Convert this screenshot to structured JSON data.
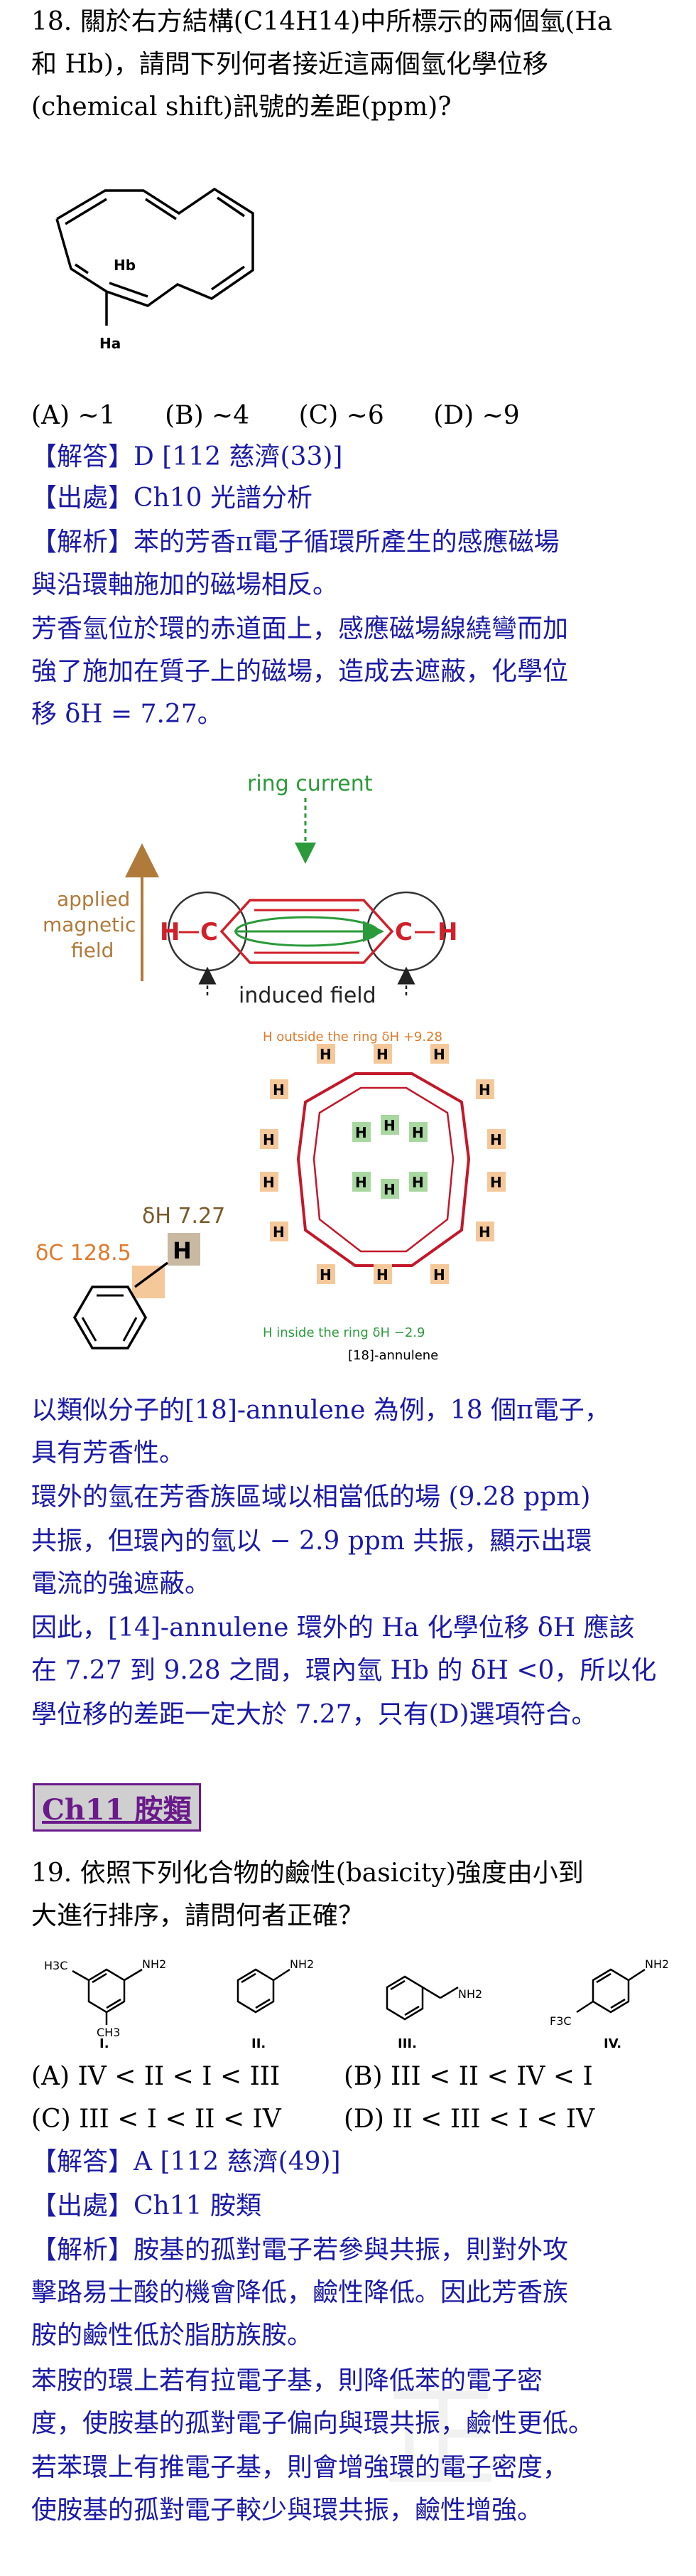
{
  "q18": {
    "line1": "18.  關於右方結構(C14H14)中所標示的兩個氫(Ha",
    "line2": "和  Hb)，請問下列何者接近這兩個氫化學位移",
    "line3": "(chemical shift)訊號的差距(ppm)?",
    "struct_hb": "Hb",
    "struct_ha": "Ha",
    "options": [
      "(A) ~1",
      "(B) ~4",
      "(C) ~6",
      "(D) ~9"
    ],
    "answer": "【解答】D    [112 慈濟(33)]",
    "source": "【出處】Ch10  光譜分析",
    "expl1": "【解析】苯的芳香π電子循環所產生的感應磁場",
    "expl2": "與沿環軸施加的磁場相反。",
    "expl3": "芳香氫位於環的赤道面上，感應磁場線繞彎而加",
    "expl4": "強了施加在質子上的磁場，造成去遮蔽，化學位",
    "expl5": "移  δH = 7.27。"
  },
  "fig1": {
    "ring_current": "ring current",
    "applied1": "applied",
    "applied2": "magnetic",
    "applied3": "field",
    "induced": "induced field",
    "h_left": "H",
    "c_left": "C",
    "c_right": "C",
    "h_right": "H"
  },
  "fig2": {
    "outside": "H outside the ring δH +9.28",
    "inside": "H inside the ring δH −2.9",
    "name": "[18]-annulene",
    "h": "H"
  },
  "fig3": {
    "dh": "δH 7.27",
    "dc": "δC 128.5",
    "h": "H"
  },
  "expl_b": {
    "l1": "以類似分子的[18]-annulene 為例，18 個π電子，",
    "l2": "具有芳香性。",
    "l3": "環外的氫在芳香族區域以相當低的場 (9.28 ppm)",
    "l4": "共振，但環內的氫以 − 2.9  ppm  共振，顯示出環",
    "l5": "電流的強遮蔽。",
    "l6": "因此，[14]-annulene 環外的 Ha 化學位移  δH  應該",
    "l7": "在 7.27 到 9.28 之間，環內氫 Hb 的  δH <0，所以化",
    "l8": "學位移的差距一定大於 7.27，只有(D)選項符合。"
  },
  "chapter": "Ch11  胺類",
  "q19": {
    "line1": "19.  依照下列化合物的鹼性(basicity)強度由小到",
    "line2": "大進行排序，請問何者正確？",
    "c1_me": "H3C",
    "c1_nh2": "NH2",
    "c1_me2": "CH3",
    "c2_nh2": "NH2",
    "c3_nh2": "NH2",
    "c4_nh2": "NH2",
    "c4_cf3": "F3C",
    "labels": [
      "I.",
      "II.",
      "III.",
      "IV."
    ],
    "optA": "(A) IV < II < I < III",
    "optB": "(B) III < II < IV < I",
    "optC": "(C) III < I < II < IV",
    "optD": "(D) II < III < I < IV",
    "answer": "【解答】A    [112 慈濟(49)]",
    "source": "【出處】Ch11  胺類",
    "e1": "【解析】胺基的孤對電子若參與共振，則對外攻",
    "e2": "擊路易士酸的機會降低，鹼性降低。因此芳香族",
    "e3": "胺的鹼性低於脂肪族胺。",
    "e4": "苯胺的環上若有拉電子基，則降低苯的電子密",
    "e5": "度，使胺基的孤對電子偏向與環共振，鹼性更低。",
    "e6": "若苯環上有推電子基，則會增強環的電子密度，",
    "e7": "使胺基的孤對電子較少與環共振，鹼性增強。"
  },
  "watermark": "正"
}
